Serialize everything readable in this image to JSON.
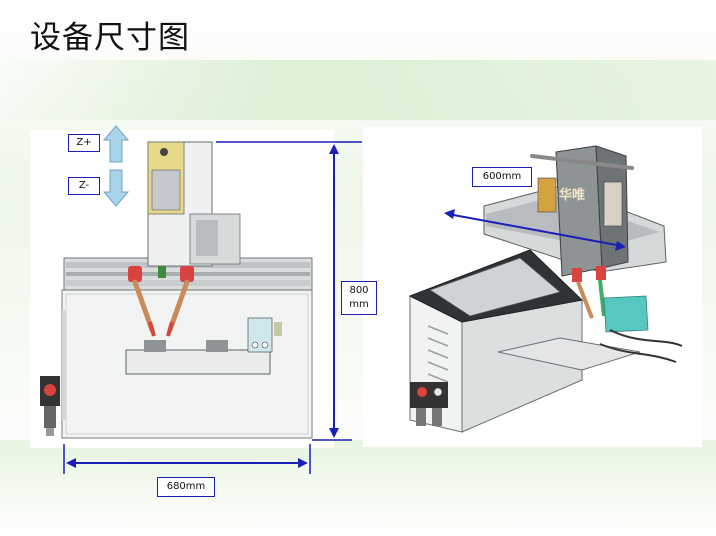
{
  "slide": {
    "title": "设备尺寸图"
  },
  "front_view": {
    "z_plus_label": "Z+",
    "z_minus_label": "Z-",
    "height_label_line1": "800",
    "height_label_line2": "mm",
    "width_label": "680mm"
  },
  "iso_view": {
    "depth_label": "600mm",
    "brand_text": "华唯"
  },
  "colors": {
    "dimension_line": "#1a1fb8",
    "z_arrow_fill": "#a9d3e8",
    "machine_frame": "#bfc3c6",
    "welding_torch": "#d8423f"
  }
}
